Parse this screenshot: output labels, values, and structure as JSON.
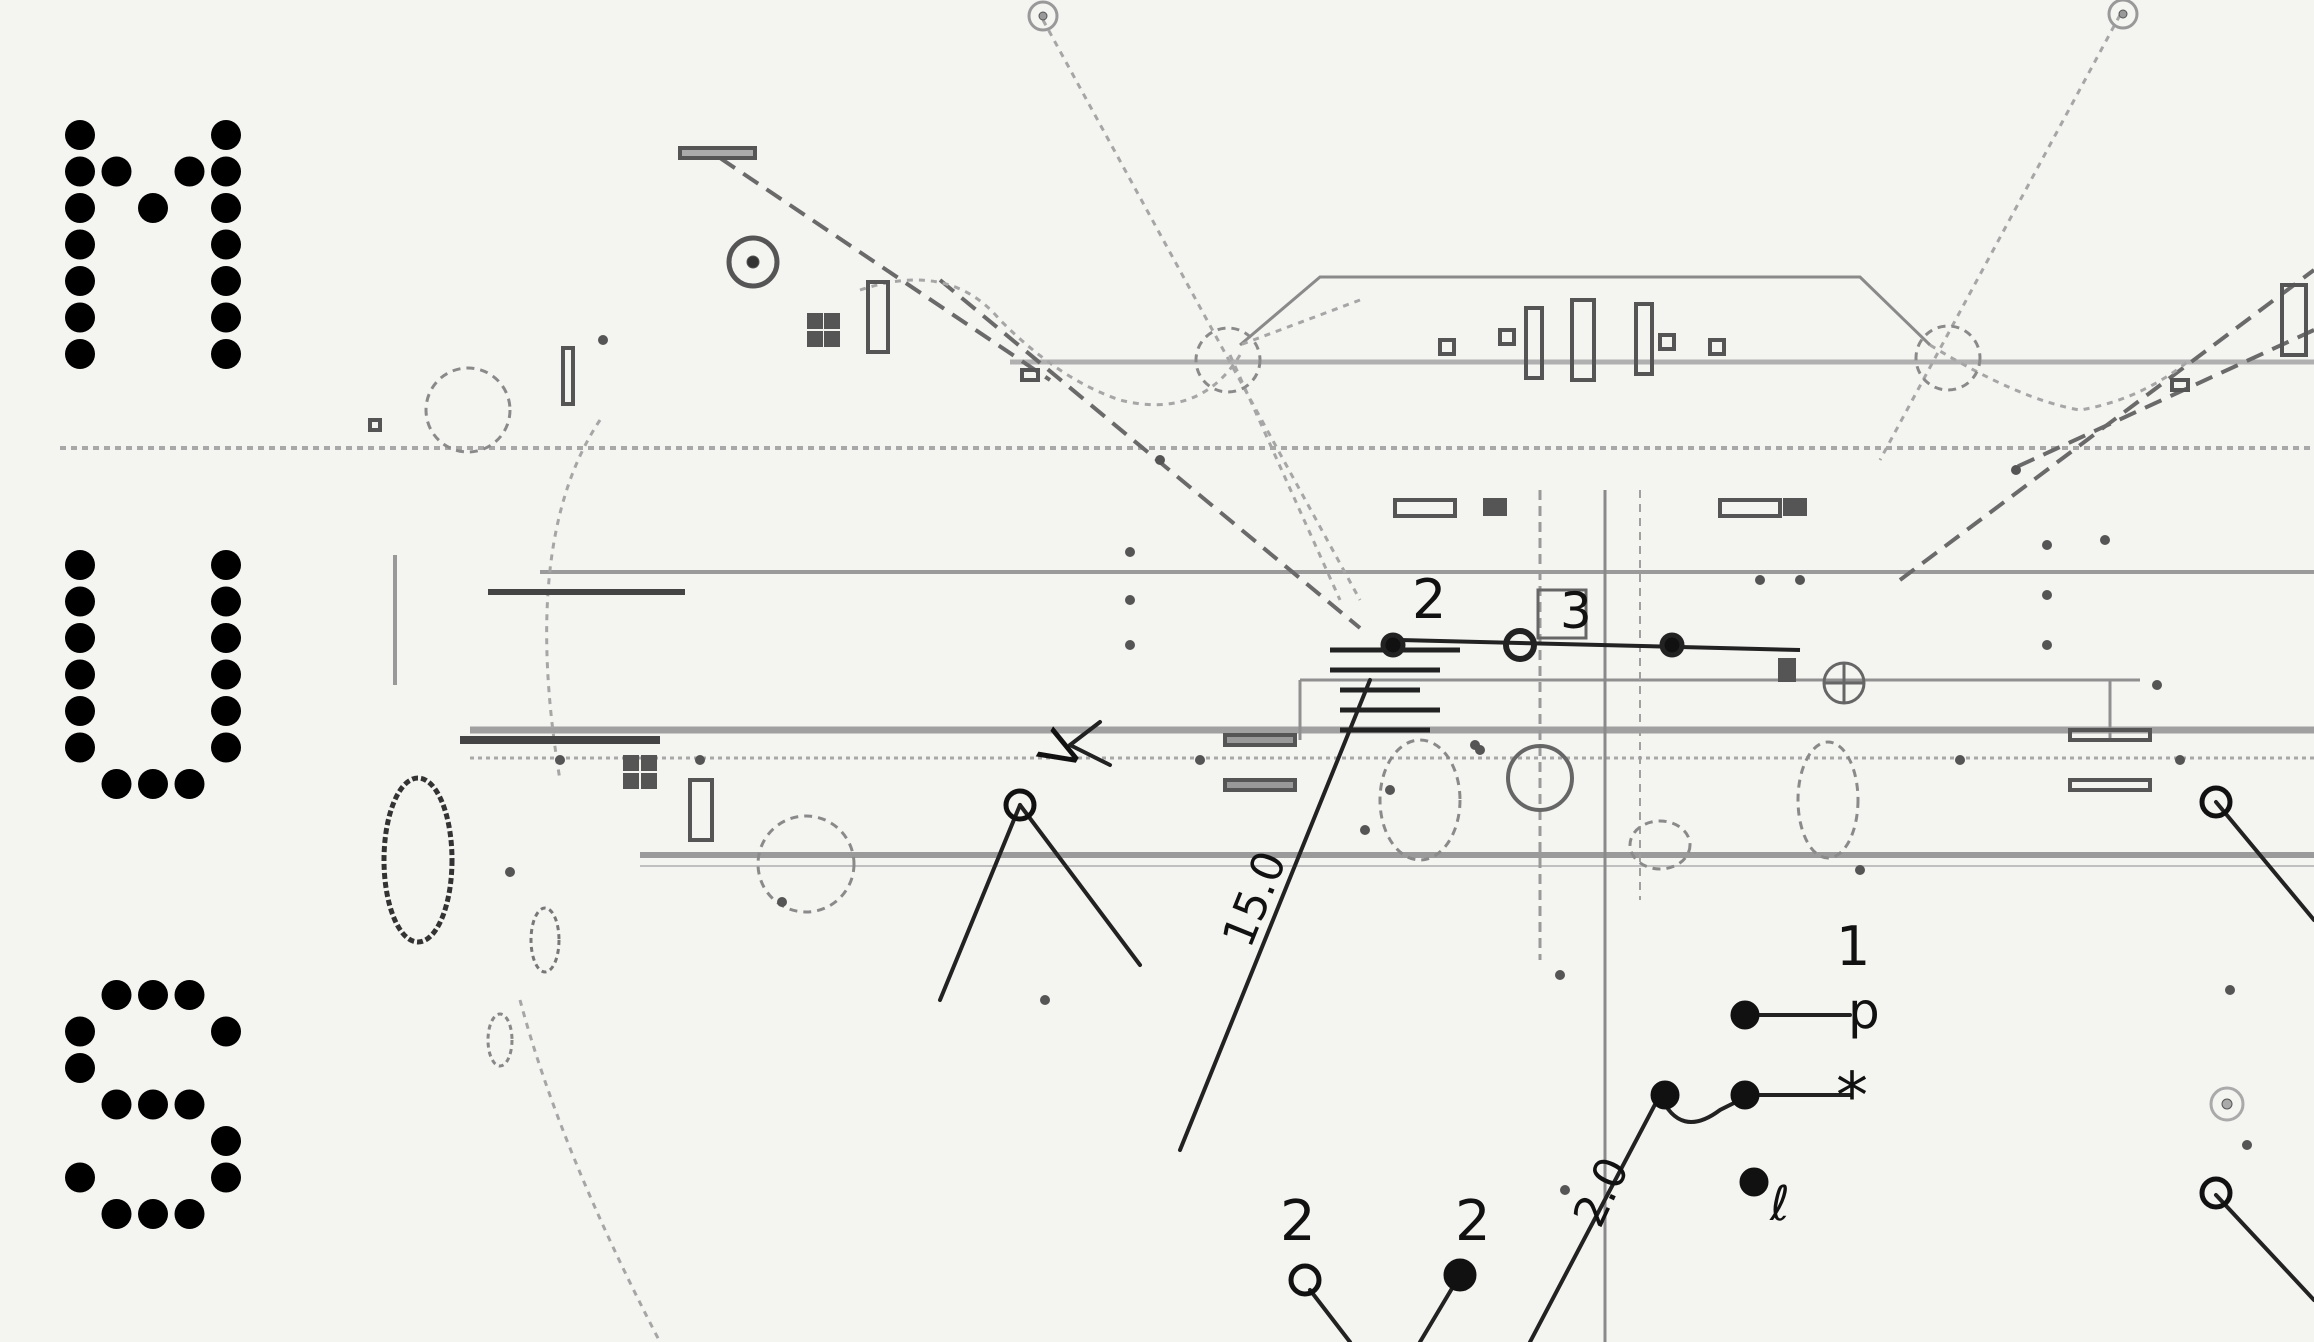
{
  "title": {
    "letters": [
      "M",
      "U",
      "S"
    ],
    "color": "#000000"
  },
  "annotations": {
    "num_2_top": "2",
    "num_3_box": "3",
    "angle_15": "15.0",
    "num_1": "1",
    "glyph_p": "p",
    "glyph_star": "*",
    "angle_20": "2.0",
    "num_2_bottom_a": "2",
    "num_2_bottom_b": "2",
    "glyph_flag": "ℓ",
    "arrow_v": "V"
  },
  "palette": {
    "paper": "#f4f4f1",
    "ink": "#111111",
    "grey": "#8a8a8a",
    "light_grey": "#b8b8b8"
  }
}
